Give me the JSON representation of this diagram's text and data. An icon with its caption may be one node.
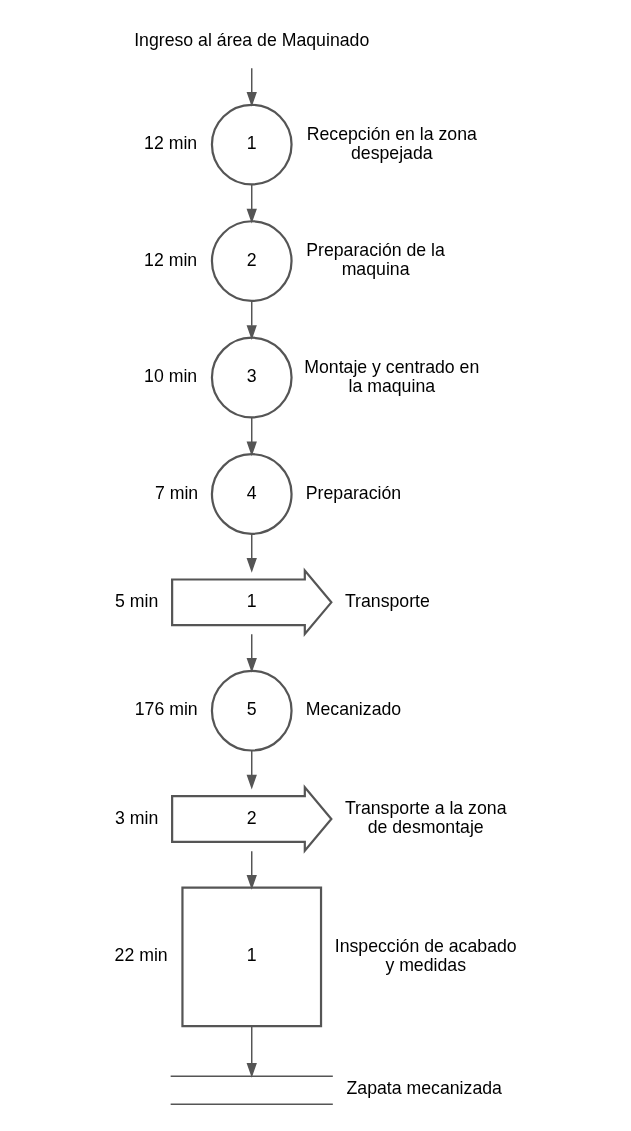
{
  "diagram": {
    "nodes": [
      {
        "text": [
          "Ingreso al área de Maquinado"
        ]
      },
      {
        "text": [
          "1"
        ],
        "beside": [
          "12 min",
          "Recepción en la zona despejada"
        ]
      },
      {
        "text": [
          "2"
        ],
        "beside": [
          "12 min",
          "Preparación de la maquina"
        ]
      },
      {
        "text": [
          "3"
        ],
        "beside": [
          "10 min",
          "Montaje y centrado en la maquina"
        ]
      },
      {
        "text": [
          "4"
        ],
        "beside": [
          "7 min",
          "Preparación"
        ]
      },
      {
        "text": [
          "1"
        ],
        "beside": [
          "5 min",
          "Transporte"
        ]
      },
      {
        "text": [
          "5"
        ],
        "beside": [
          "176 min",
          "Mecanizado"
        ]
      },
      {
        "text": [
          "2"
        ],
        "beside": [
          "3 min",
          "Transporte a la zona de desmontaje"
        ]
      },
      {
        "text": [
          "1"
        ],
        "beside": [
          "22 min",
          "Inspección de acabado y medidas"
        ]
      },
      {
        "text": [],
        "shape": "bar",
        "beside": [
          "Zapata mecanizada"
        ]
      }
    ],
    "edges": [
      {
        "from": 0,
        "to": 1,
        "arrow": "to"
      },
      {
        "from": 1,
        "to": 2,
        "arrow": "to"
      },
      {
        "from": 2,
        "to": 3,
        "arrow": "to"
      },
      {
        "from": 3,
        "to": 4,
        "arrow": "to"
      },
      {
        "from": 4,
        "to": 5,
        "arrow": "to"
      },
      {
        "from": 5,
        "to": 6,
        "arrow": "to"
      },
      {
        "from": 6,
        "to": 7,
        "arrow": "to"
      },
      {
        "from": 7,
        "to": 8,
        "arrow": "to"
      },
      {
        "from": 8,
        "to": 9,
        "arrow": "to"
      }
    ]
  }
}
